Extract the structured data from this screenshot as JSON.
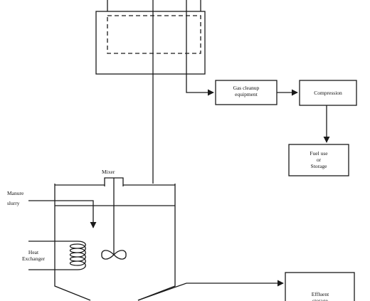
{
  "labels": {
    "gas_cleanup_line1": "Gas cleanup",
    "gas_cleanup_line2": "equipment",
    "compression": "Compression",
    "fuel_use_line1": "Fuel use",
    "fuel_use_line2": "or",
    "fuel_use_line3": "Storage",
    "mixer": "Mixer",
    "manure_line1": "Manure",
    "manure_line2": "slurry",
    "heat_exchanger_line1": "Heat",
    "heat_exchanger_line2": "Exchanger",
    "effluent_line1": "Effluent",
    "effluent_line2": "storage"
  },
  "colors": {
    "line": "#1a1a1a",
    "background": "#ffffff"
  }
}
